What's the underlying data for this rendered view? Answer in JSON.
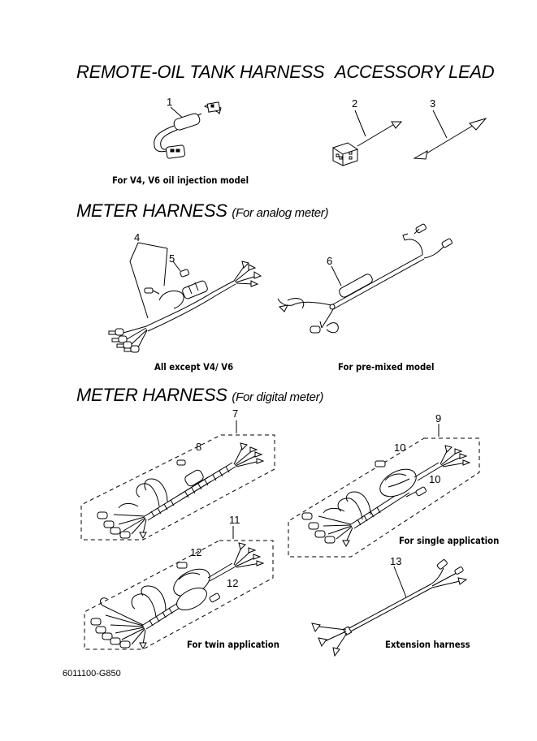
{
  "sections": {
    "oil_tank_title": "REMOTE-OIL TANK HARNESS",
    "accessory_title": "ACCESSORY LEAD",
    "analog_title": "METER HARNESS",
    "analog_sub": "(For analog meter)",
    "digital_title": "METER HARNESS",
    "digital_sub": "(For digital meter)"
  },
  "captions": {
    "oil_injection": "For V4, V6 oil injection model",
    "all_except": "All except V4/ V6",
    "pre_mixed": "For pre-mixed model",
    "single_app": "For single application",
    "twin_app": "For twin application",
    "extension": "Extension harness"
  },
  "parts": {
    "p1": "1",
    "p2": "2",
    "p3": "3",
    "p4": "4",
    "p5": "5",
    "p6": "6",
    "p7": "7",
    "p8": "8",
    "p9": "9",
    "p10a": "10",
    "p10b": "10",
    "p11": "11",
    "p12a": "12",
    "p12b": "12",
    "p13": "13"
  },
  "footer": {
    "code": "6011100-G850"
  }
}
